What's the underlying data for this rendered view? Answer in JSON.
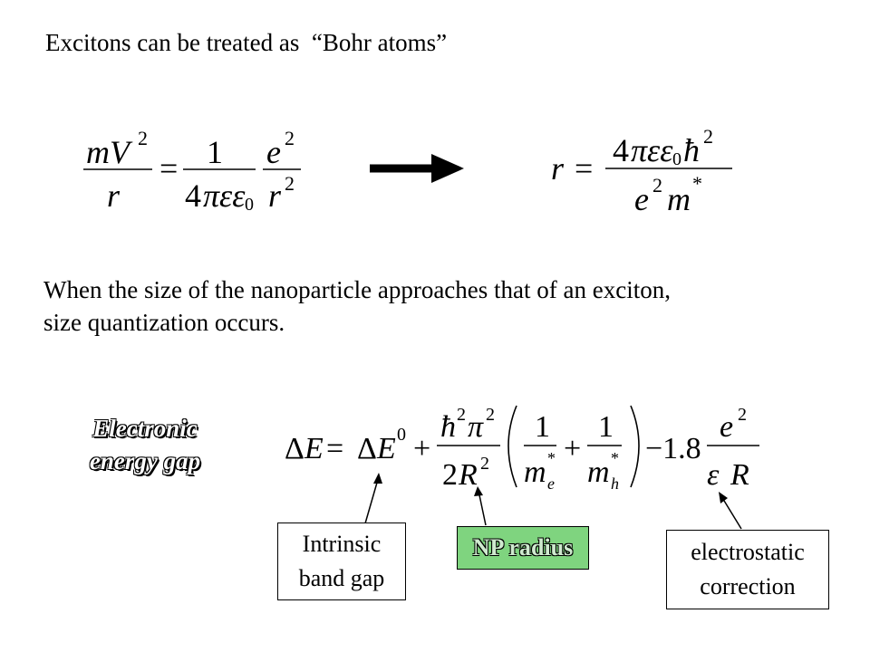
{
  "title": "Excitons can be treated as  “Bohr atoms”",
  "paragraph": {
    "line1": "When the size of the nanoparticle approaches that of an exciton,",
    "line2": "size quantization occurs."
  },
  "heading": {
    "line1": "Electronic",
    "line2": "energy gap"
  },
  "labels": {
    "intrinsic_line1": "Intrinsic",
    "intrinsic_line2": "band gap",
    "np_radius": "NP radius",
    "electrostatic_line1": "electrostatic",
    "electrostatic_line2": "correction"
  },
  "equations": {
    "bohr": "mV²/r = 1/(4πεε₀) e²/r²",
    "radius": "r = 4πεε₀ℏ²/(e²m*)",
    "gap": "ΔE = ΔE⁰ + ℏ²π²/(2R²) (1/m*ₑ + 1/m*ₕ) − 1.8 e²/(εR)"
  },
  "colors": {
    "np_radius_box": "#7fd47f"
  }
}
